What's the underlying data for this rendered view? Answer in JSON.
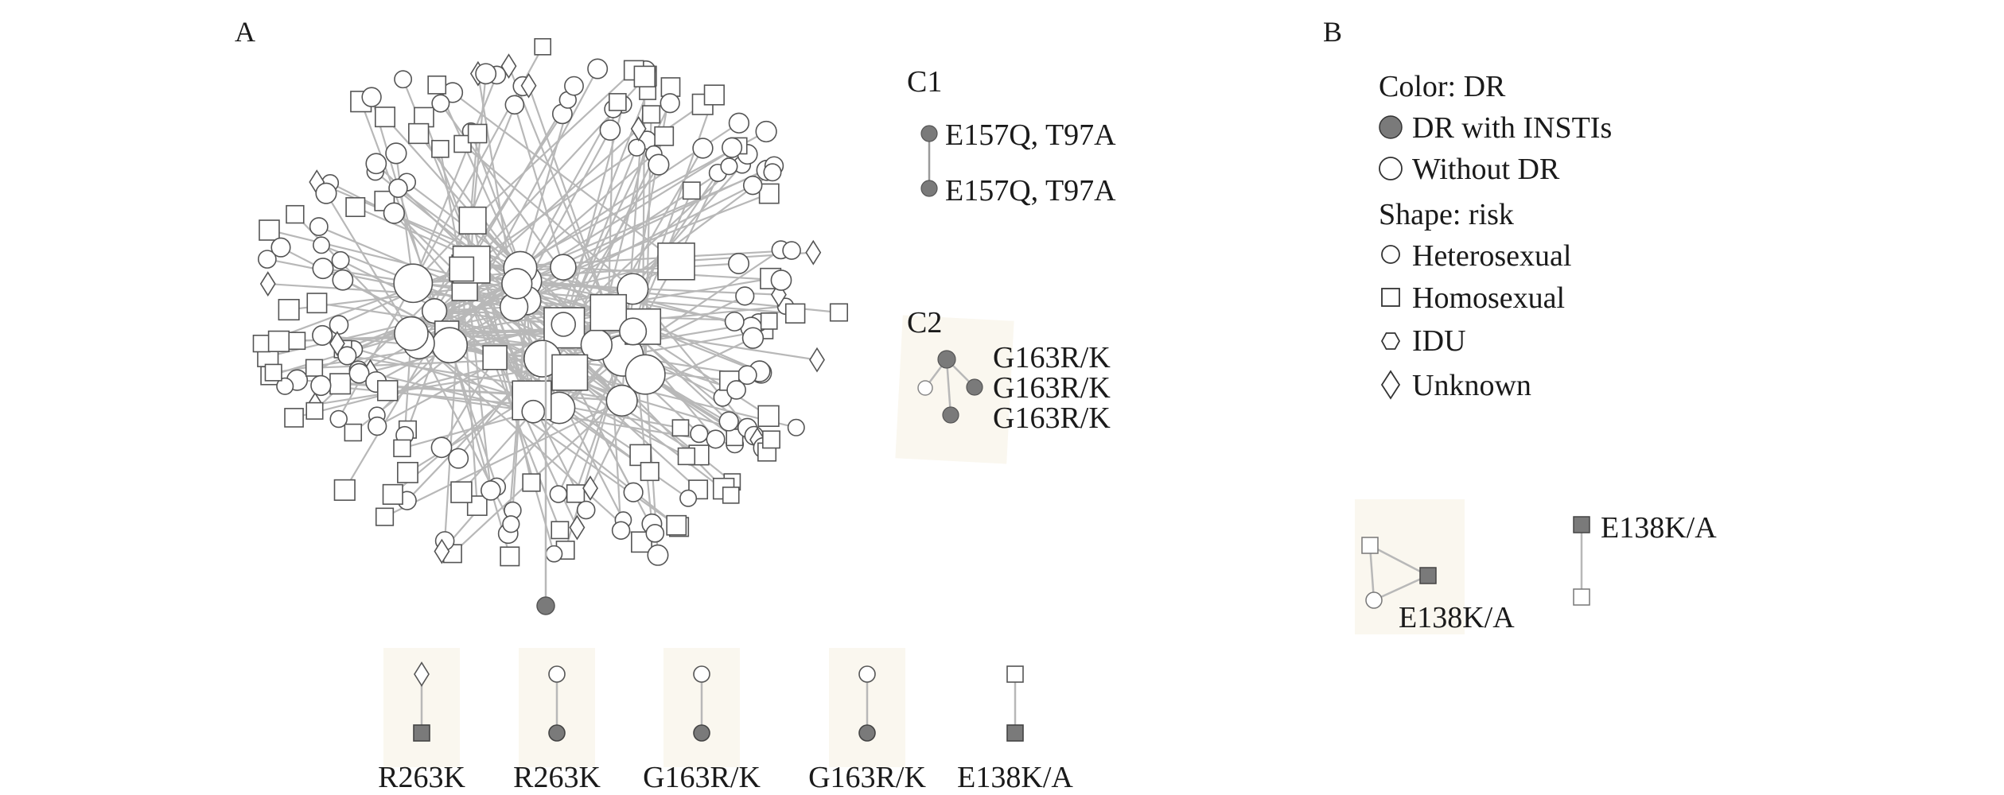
{
  "panels": {
    "a": {
      "letter": "A",
      "c1": {
        "label": "C1",
        "nodes": [
          "E157Q, T97A",
          "E157Q, T97A"
        ]
      },
      "c2": {
        "label": "C2",
        "nodes": [
          "G163R/K",
          "G163R/K",
          "G163R/K"
        ]
      },
      "pairs": [
        {
          "top_shape": "diamond",
          "top_color": "white",
          "bottom_shape": "square",
          "bottom_color": "gray",
          "label": "R263K"
        },
        {
          "top_shape": "circle",
          "top_color": "white",
          "bottom_shape": "circle",
          "bottom_color": "gray",
          "label": "R263K"
        },
        {
          "top_shape": "circle",
          "top_color": "white",
          "bottom_shape": "circle",
          "bottom_color": "gray",
          "label": "G163R/K"
        },
        {
          "top_shape": "circle",
          "top_color": "white",
          "bottom_shape": "circle",
          "bottom_color": "gray",
          "label": "G163R/K"
        },
        {
          "top_shape": "square",
          "top_color": "white",
          "bottom_shape": "square",
          "bottom_color": "gray",
          "label": "E138K/A"
        }
      ]
    },
    "b": {
      "letter": "B",
      "triangle_label": "E138K/A",
      "pair_label": "E138K/A"
    }
  },
  "legend": {
    "color_title": "Color: DR",
    "dr_with": "DR with INSTIs",
    "without_dr": "Without DR",
    "shape_title": "Shape: risk",
    "heterosexual": "Heterosexual",
    "homosexual": "Homosexual",
    "idu": "IDU",
    "unknown": "Unknown"
  },
  "colors": {
    "dr_fill": "#7a7a7a",
    "node_stroke": "#555555",
    "edge": "#b8b8b8",
    "highlight": "#faf7ef"
  }
}
